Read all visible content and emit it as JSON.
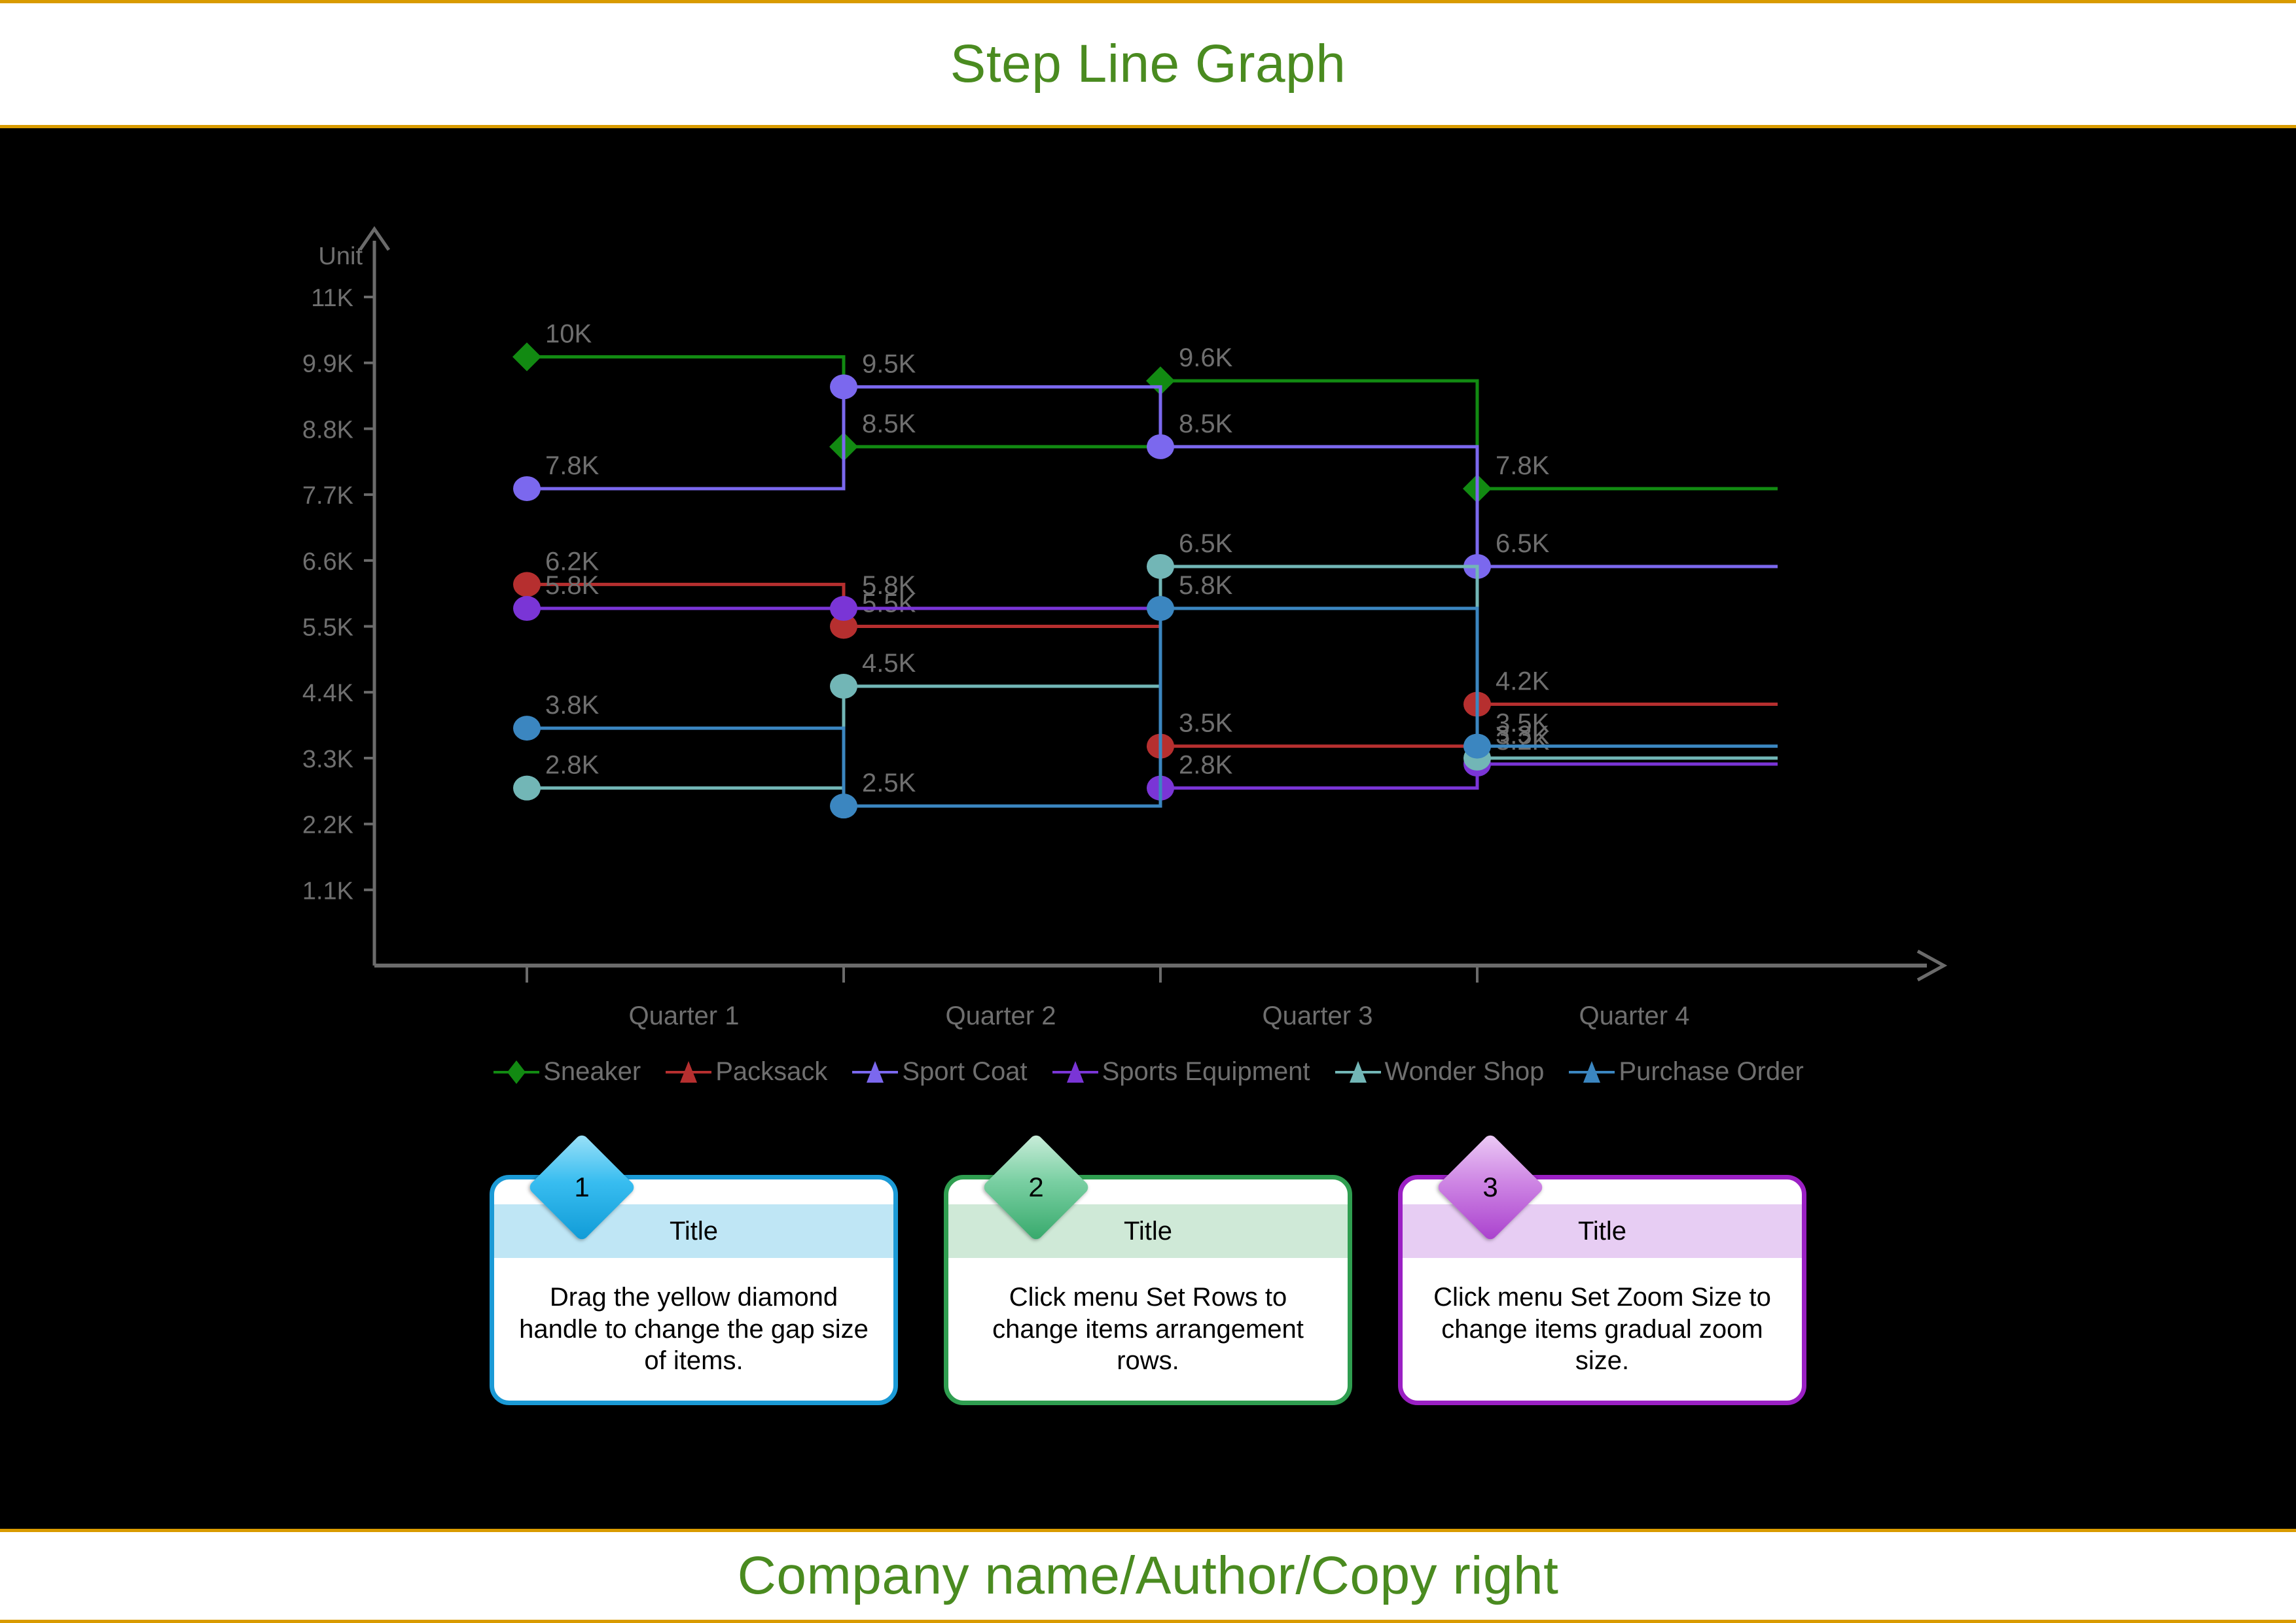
{
  "header": {
    "title": "Step Line Graph"
  },
  "footer": {
    "text": "Company name/Author/Copy right"
  },
  "chart_data": {
    "type": "line",
    "subtype": "step",
    "title": "Step Line Graph",
    "xlabel": "",
    "ylabel": "Unit",
    "categories": [
      "Quarter 1",
      "Quarter 2",
      "Quarter 3",
      "Quarter 4"
    ],
    "ytick_labels": [
      "1.1K",
      "2.2K",
      "3.3K",
      "4.4K",
      "5.5K",
      "6.6K",
      "7.7K",
      "8.8K",
      "9.9K",
      "11K"
    ],
    "ytick_values": [
      1100,
      2200,
      3300,
      4400,
      5500,
      6600,
      7700,
      8800,
      9900,
      11000
    ],
    "ylim": [
      0,
      11550
    ],
    "grid": false,
    "legend_position": "bottom",
    "axis_color": "#6b6b6b",
    "label_color": "#6f6f6f",
    "series": [
      {
        "name": "Sneaker",
        "color": "#128a12",
        "marker": "diamond",
        "values": [
          10000,
          8500,
          9600,
          7800
        ],
        "labels": [
          "10K",
          "8.5K",
          "9.6K",
          "7.8K"
        ]
      },
      {
        "name": "Packsack",
        "color": "#b62f2f",
        "marker": "triangle",
        "values": [
          6200,
          5500,
          3500,
          4200
        ],
        "labels": [
          "6.2K",
          "5.5K",
          "3.5K",
          "4.2K"
        ]
      },
      {
        "name": "Sport Coat",
        "color": "#7b68ee",
        "marker": "triangle",
        "values": [
          7800,
          9500,
          8500,
          6500
        ],
        "labels": [
          "7.8K",
          "9.5K",
          "8.5K",
          "6.5K"
        ]
      },
      {
        "name": "Sports Equipment",
        "color": "#7a35d6",
        "marker": "triangle",
        "values": [
          5800,
          5800,
          2800,
          3200
        ],
        "labels": [
          "5.8K",
          "5.8K",
          "2.8K",
          "3.2K"
        ]
      },
      {
        "name": "Wonder Shop",
        "color": "#72b6b6",
        "marker": "triangle",
        "values": [
          2800,
          4500,
          6500,
          3300
        ],
        "labels": [
          "2.8K",
          "4.5K",
          "6.5K",
          "3.3K"
        ]
      },
      {
        "name": "Purchase Order",
        "color": "#3b86c0",
        "marker": "triangle",
        "values": [
          3800,
          2500,
          5800,
          3500
        ],
        "labels": [
          "3.8K",
          "2.5K",
          "5.8K",
          "3.5K"
        ]
      }
    ]
  },
  "cards": [
    {
      "badge": "1",
      "title": "Title",
      "body": "Drag the yellow diamond handle to change the gap size of items.",
      "accent": "#1b9ad6"
    },
    {
      "badge": "2",
      "title": "Title",
      "body": "Click menu Set Rows to change items arrangement rows.",
      "accent": "#2f9e50"
    },
    {
      "badge": "3",
      "title": "Title",
      "body": "Click menu Set Zoom Size to change items gradual zoom size.",
      "accent": "#9b20c4"
    }
  ]
}
